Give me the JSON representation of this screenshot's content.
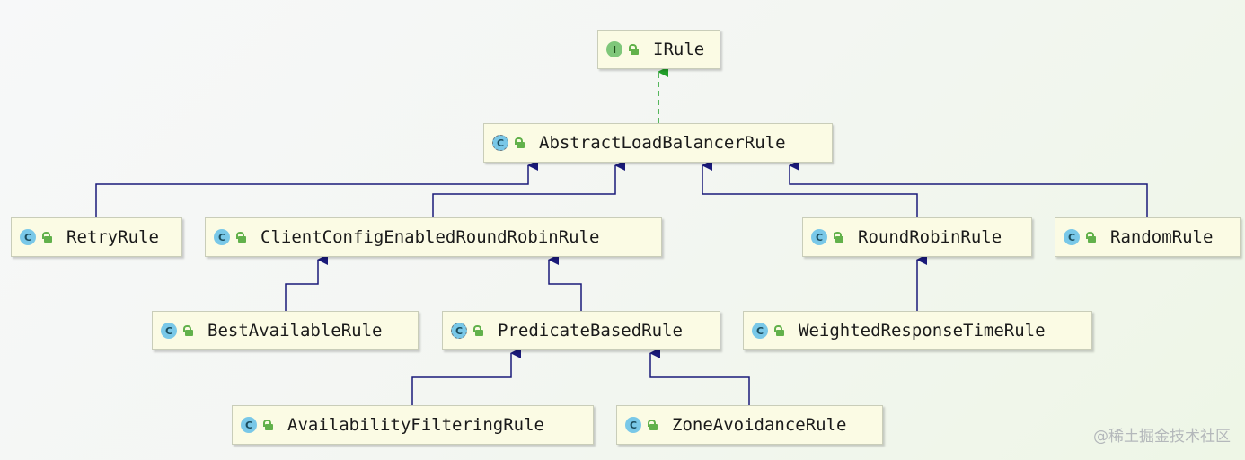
{
  "diagram": {
    "nodes": [
      {
        "id": "irule",
        "label": "IRule",
        "kind": "interface"
      },
      {
        "id": "abstract",
        "label": "AbstractLoadBalancerRule",
        "kind": "abstract-class"
      },
      {
        "id": "retry",
        "label": "RetryRule",
        "kind": "class"
      },
      {
        "id": "clientcfg",
        "label": "ClientConfigEnabledRoundRobinRule",
        "kind": "class"
      },
      {
        "id": "roundrobin",
        "label": "RoundRobinRule",
        "kind": "class"
      },
      {
        "id": "random",
        "label": "RandomRule",
        "kind": "class"
      },
      {
        "id": "bestavail",
        "label": "BestAvailableRule",
        "kind": "class"
      },
      {
        "id": "predicate",
        "label": "PredicateBasedRule",
        "kind": "abstract-class"
      },
      {
        "id": "weighted",
        "label": "WeightedResponseTimeRule",
        "kind": "class"
      },
      {
        "id": "availability",
        "label": "AvailabilityFilteringRule",
        "kind": "class"
      },
      {
        "id": "zone",
        "label": "ZoneAvoidanceRule",
        "kind": "class"
      }
    ],
    "edges": [
      {
        "from": "abstract",
        "to": "irule",
        "type": "implements"
      },
      {
        "from": "retry",
        "to": "abstract",
        "type": "extends"
      },
      {
        "from": "clientcfg",
        "to": "abstract",
        "type": "extends"
      },
      {
        "from": "roundrobin",
        "to": "abstract",
        "type": "extends"
      },
      {
        "from": "random",
        "to": "abstract",
        "type": "extends"
      },
      {
        "from": "bestavail",
        "to": "clientcfg",
        "type": "extends"
      },
      {
        "from": "predicate",
        "to": "clientcfg",
        "type": "extends"
      },
      {
        "from": "weighted",
        "to": "roundrobin",
        "type": "extends"
      },
      {
        "from": "availability",
        "to": "predicate",
        "type": "extends"
      },
      {
        "from": "zone",
        "to": "predicate",
        "type": "extends"
      }
    ],
    "badge_letters": {
      "interface": "I",
      "class": "C",
      "abstract-class": "C"
    },
    "colors": {
      "extends_line": "#1a1a7a",
      "implements_line": "#22a02a",
      "node_fill": "#fbfbe4",
      "class_badge": "#79c8e8",
      "interface_badge": "#7fc77a"
    }
  },
  "watermark": "@稀土掘金技术社区"
}
